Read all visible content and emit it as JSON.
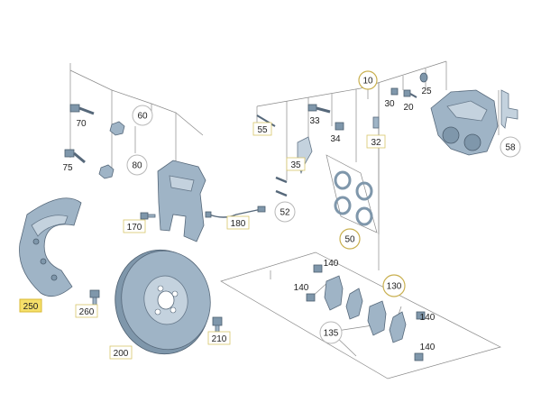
{
  "diagram": {
    "callouts": {
      "c10": "10",
      "c20": "20",
      "c25": "25",
      "c30": "30",
      "c32": "32",
      "c33": "33",
      "c34": "34",
      "c35": "35",
      "c50": "50",
      "c52": "52",
      "c55": "55",
      "c58": "58",
      "c60": "60",
      "c70": "70",
      "c75": "75",
      "c80": "80",
      "c130": "130",
      "c135": "135",
      "c140a": "140",
      "c140b": "140",
      "c140c": "140",
      "c140d": "140",
      "c170": "170",
      "c180": "180",
      "c200": "200",
      "c210": "210",
      "c250": "250",
      "c260": "260"
    },
    "highlighted": "250",
    "colors": {
      "part_fill": "#9fb4c6",
      "part_stroke": "#56687a",
      "highlight": "#f5e06a",
      "callout_rect_border": "#d8c56a"
    }
  }
}
